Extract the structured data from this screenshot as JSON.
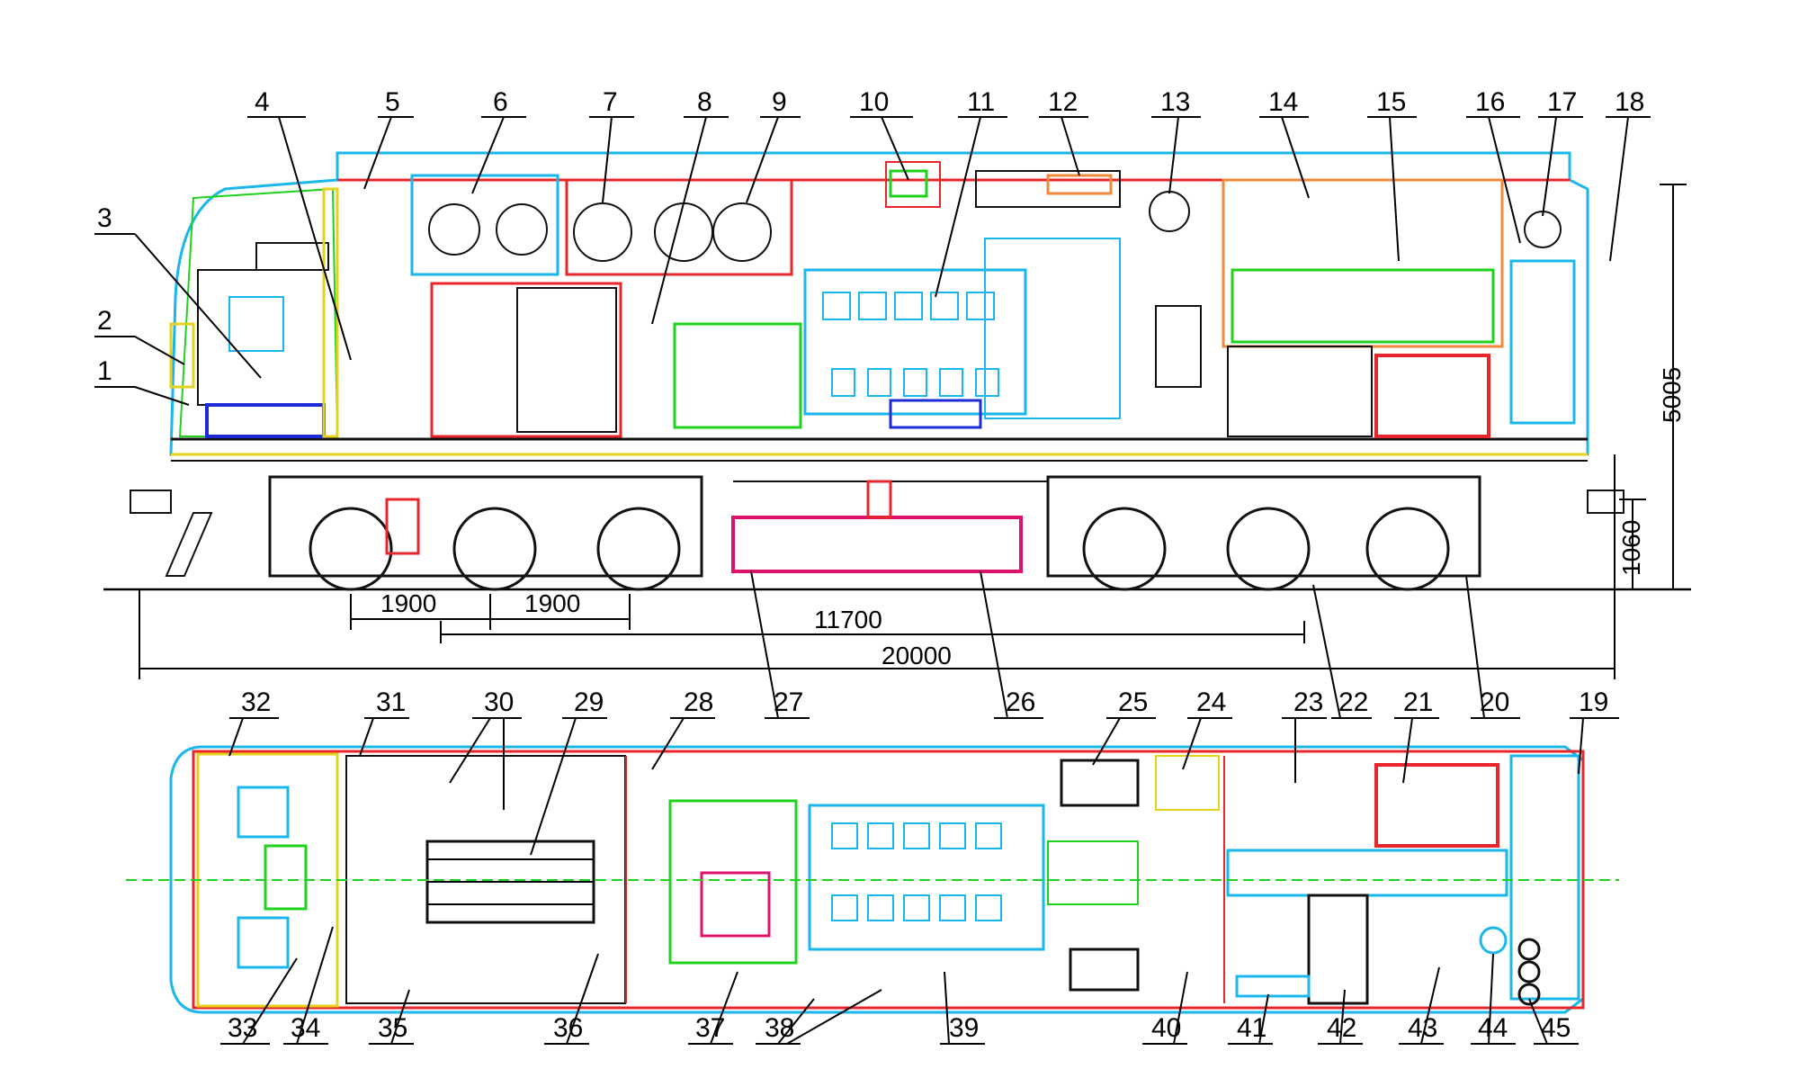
{
  "callouts": {
    "top": [
      "1",
      "2",
      "3",
      "4",
      "5",
      "6",
      "7",
      "8",
      "9",
      "10",
      "11",
      "12",
      "13",
      "14",
      "15",
      "16",
      "17",
      "18"
    ],
    "bottom_row1": [
      "32",
      "31",
      "30",
      "29",
      "28",
      "27",
      "26",
      "25",
      "24",
      "23",
      "22",
      "21",
      "20",
      "19"
    ],
    "bottom_row2": [
      "33",
      "34",
      "35",
      "36",
      "37",
      "38",
      "39",
      "40",
      "41",
      "42",
      "43",
      "44",
      "45"
    ]
  },
  "dimensions": {
    "axle_1": "1900",
    "axle_2": "1900",
    "bogie_centers": "11700",
    "length_total": "20000",
    "height": "5005",
    "buffer_height": "1060"
  },
  "colors": {
    "outline": "#e8252a",
    "cyan": "#19b7ec",
    "green": "#1ed21e",
    "blue": "#1d2bd6",
    "magenta": "#e0106e",
    "orange": "#f08a3a",
    "yellow": "#e6d21a",
    "black": "#111111"
  }
}
